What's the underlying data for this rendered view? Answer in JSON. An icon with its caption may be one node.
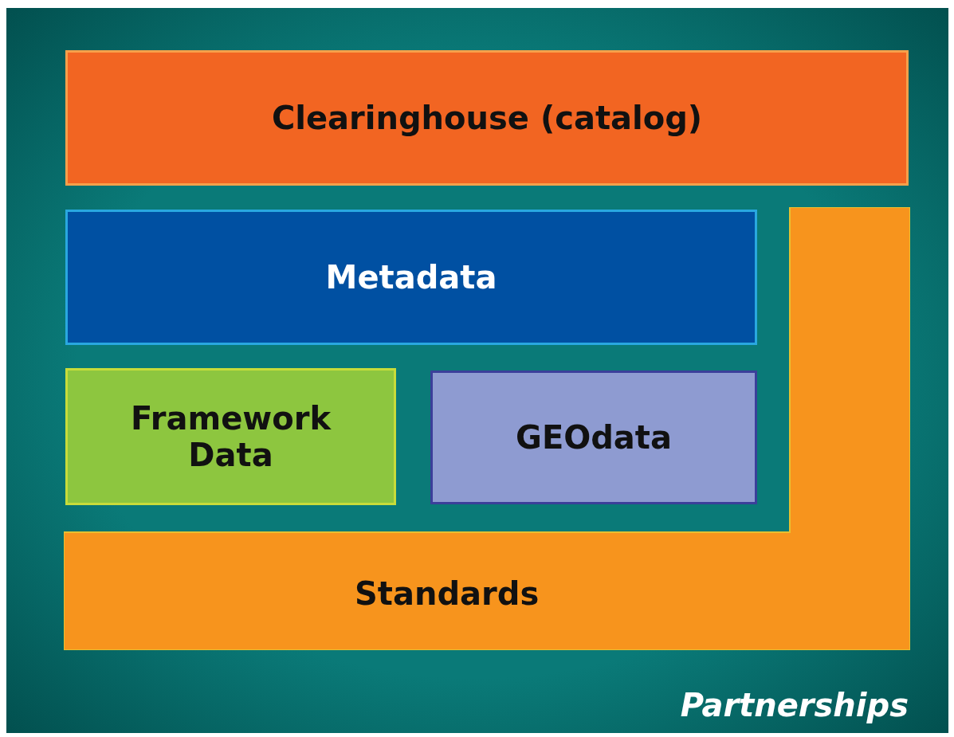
{
  "diagram": {
    "nodes": [
      {
        "text": [
          "Partnerships"
        ]
      },
      {
        "text": [
          "Clearinghouse (catalog)"
        ],
        "in": 0
      },
      {
        "text": [
          "Metadata"
        ],
        "in": 0
      },
      {
        "text": [
          "Framework Data"
        ],
        "in": 0
      },
      {
        "text": [
          "GEOdata"
        ],
        "in": 0
      },
      {
        "text": [
          "Standards"
        ],
        "in": 0
      }
    ]
  }
}
